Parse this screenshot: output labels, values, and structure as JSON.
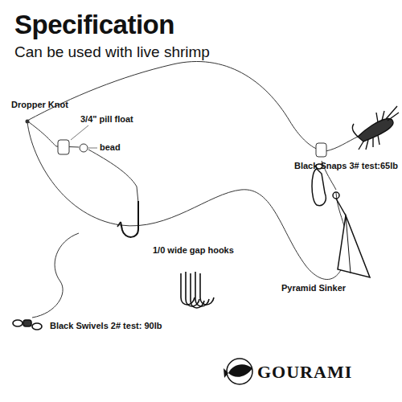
{
  "diagram": {
    "title": "Specification",
    "labels": [
      "Can be used with live shrimp",
      "Dropper Knot",
      "3/4\" pill float",
      "bead",
      "Black Snaps 3# test:65lb",
      "1/0 wide gap hooks",
      "Pyramid Sinker",
      "Black Swivels 2# test: 90lb",
      "GOURAMI"
    ]
  }
}
